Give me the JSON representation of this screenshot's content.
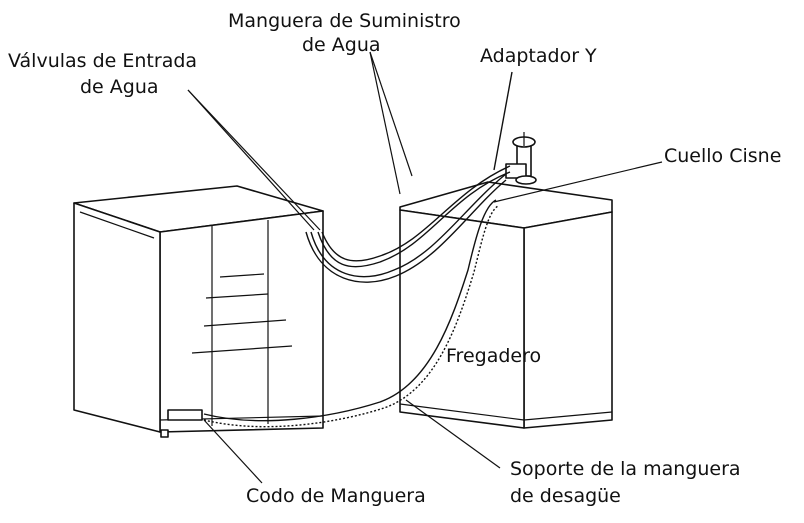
{
  "colors": {
    "line": "#111111",
    "background": "#ffffff"
  },
  "labels": {
    "supply_hose_1": "Manguera de Suministro",
    "supply_hose_2": "de Agua",
    "inlet_valves_1": "Válvulas de Entrada",
    "inlet_valves_2": "de Agua",
    "y_adapter": "Adaptador Y",
    "gooseneck": "Cuello Cisne",
    "sink": "Fregadero",
    "drain_support_1": "Soporte de la manguera",
    "drain_support_2": "de desagüe",
    "hose_elbow": "Codo de Manguera"
  }
}
